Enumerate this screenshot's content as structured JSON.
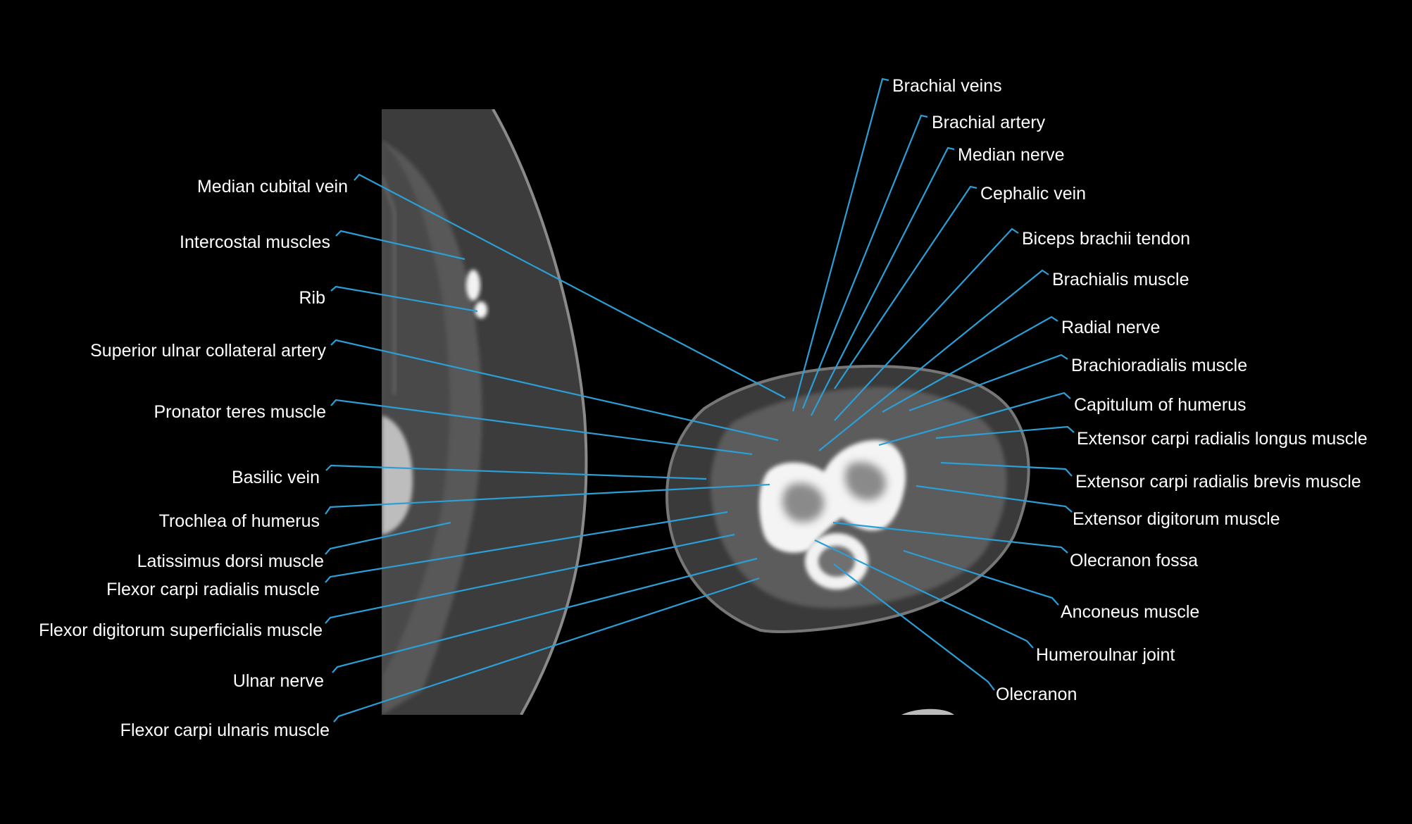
{
  "colors": {
    "background": "#000000",
    "leader_line": "#2b9fd6",
    "label_text": "#ffffff"
  },
  "images": {
    "left_panel": "CT scan slice (chest wall with rib)",
    "right_panel": "CT scan axial slice of the elbow"
  },
  "labels_left": [
    "Median cubital vein",
    "Intercostal muscles",
    "Rib",
    "Superior ulnar collateral artery",
    "Pronator teres muscle",
    "Basilic vein",
    "Trochlea of humerus",
    "Latissimus dorsi muscle",
    "Flexor carpi radialis muscle",
    "Flexor digitorum superficialis muscle",
    "Ulnar nerve",
    "Flexor carpi ulnaris muscle"
  ],
  "labels_right": [
    "Brachial veins",
    "Brachial artery",
    "Median nerve",
    "Cephalic vein",
    "Biceps brachii tendon",
    "Brachialis muscle",
    "Radial nerve",
    "Brachioradialis muscle",
    "Capitulum of humerus",
    "Extensor carpi radialis longus muscle",
    "Extensor carpi radialis brevis muscle",
    "Extensor digitorum muscle",
    "Olecranon fossa",
    "Anconeus muscle",
    "Humeroulnar joint",
    "Olecranon"
  ]
}
